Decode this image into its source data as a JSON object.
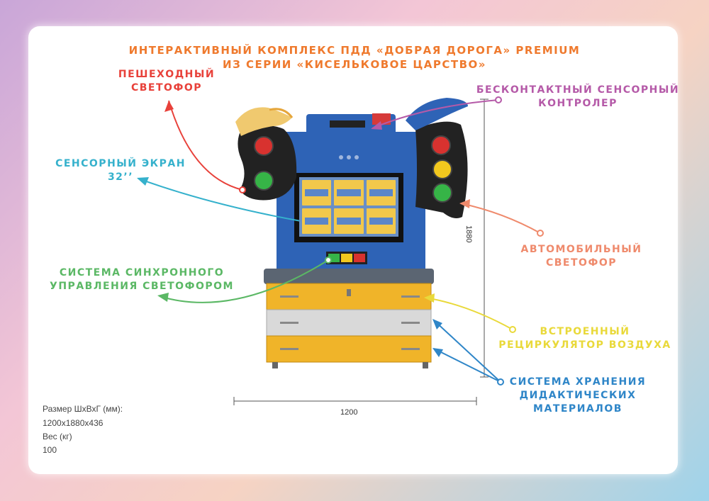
{
  "title": {
    "line1": "ИНТЕРАКТИВНЫЙ КОМПЛЕКС ПДД «ДОБРАЯ ДОРОГА» PREMIUM",
    "line2": "ИЗ СЕРИИ «КИСЕЛЬКОВОЕ ЦАРСТВО»"
  },
  "labels": {
    "pedestrian_light": [
      "ПЕШЕХОДНЫЙ",
      "СВЕТОФОР"
    ],
    "touchless_controller": [
      "БЕСКОНТАКТНЫЙ СЕНСОРНЫЙ",
      "КОНТРОЛЕР"
    ],
    "touch_screen": [
      "СЕНСОРНЫЙ ЭКРАН",
      "32’’"
    ],
    "car_light": [
      "АВТОМОБИЛЬНЫЙ",
      "СВЕТОФОР"
    ],
    "sync_control": [
      "СИСТЕМА СИНХРОННОГО",
      "УПРАВЛЕНИЯ СВЕТОФОРОМ"
    ],
    "recirculator": [
      "ВСТРОЕННЫЙ",
      "РЕЦИРКУЛЯТОР ВОЗДУХА"
    ],
    "storage": [
      "СИСТЕМА ХРАНЕНИЯ",
      "ДИДАКТИЧЕСКИХ",
      "МАТЕРИАЛОВ"
    ]
  },
  "colors": {
    "title": "#ef7a2e",
    "pedestrian_light": "#e8413a",
    "touchless_controller": "#b55aa8",
    "touch_screen": "#35b1cc",
    "car_light": "#ef8a6c",
    "sync_control": "#5bb865",
    "recirculator": "#e9d93a",
    "storage": "#2f86c8",
    "cabinet_blue": "#2e63b6",
    "drawer_yellow": "#f0b429",
    "drawer_grey": "#d9d9d9"
  },
  "dimensions": {
    "height": "1880",
    "width": "1200"
  },
  "specs": {
    "size_label": "Размер ШхВхГ (мм):",
    "size_value": "1200x1880x436",
    "weight_label": "Вес (кг)",
    "weight_value": "100"
  }
}
